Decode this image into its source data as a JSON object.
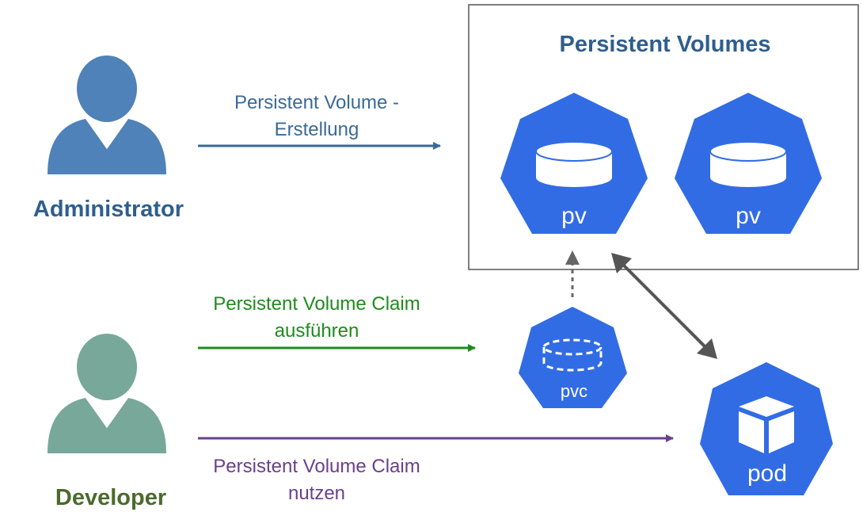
{
  "roles": {
    "administrator": "Administrator",
    "developer": "Developer"
  },
  "persistent_volumes": {
    "title": "Persistent Volumes",
    "items": [
      "pv",
      "pv"
    ]
  },
  "pvc": {
    "label": "pvc"
  },
  "pod": {
    "label": "pod"
  },
  "arrows": {
    "creation": {
      "line1": "Persistent Volume -",
      "line2": "Erstellung",
      "color": "#3a6a97"
    },
    "claim_execute": {
      "line1": "Persistent Volume Claim",
      "line2": "ausführen",
      "color": "#1e8b1e"
    },
    "claim_use": {
      "line1": "Persistent Volume Claim",
      "line2": "nutzen",
      "color": "#6a3f8c"
    }
  },
  "colors": {
    "k8s_blue": "#326ce5",
    "admin_person": "#4e82b8",
    "developer_person": "#78a89a",
    "connector_gray": "#555555"
  }
}
